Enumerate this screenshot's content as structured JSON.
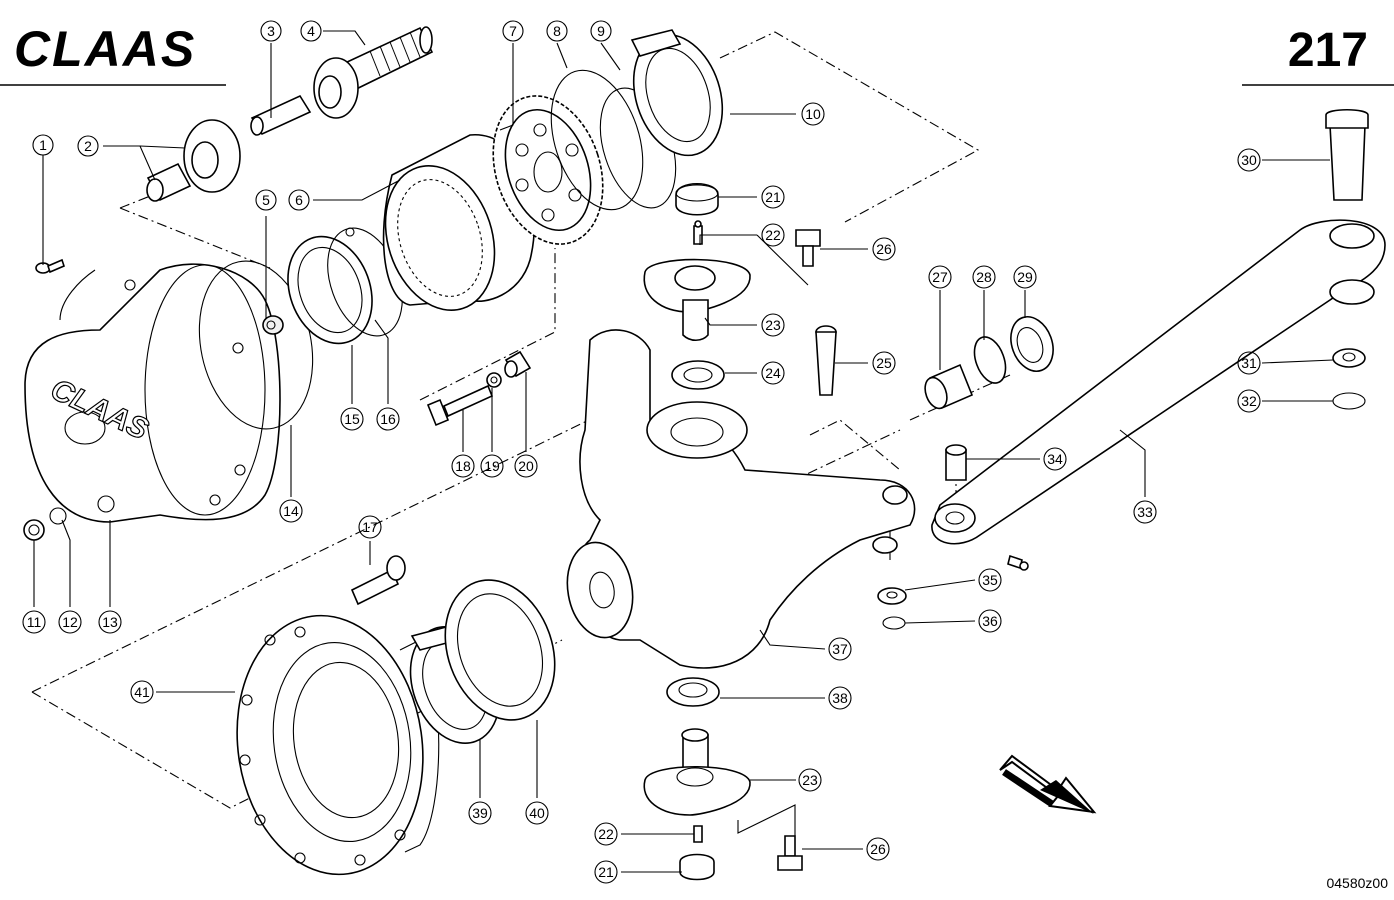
{
  "header": {
    "brand": "CLAAS",
    "page_number": "217"
  },
  "footer": {
    "drawing_ref": "04580z00"
  },
  "callouts": [
    {
      "id": "c1",
      "label": "1"
    },
    {
      "id": "c2",
      "label": "2"
    },
    {
      "id": "c3",
      "label": "3"
    },
    {
      "id": "c4",
      "label": "4"
    },
    {
      "id": "c5",
      "label": "5"
    },
    {
      "id": "c6",
      "label": "6"
    },
    {
      "id": "c7",
      "label": "7"
    },
    {
      "id": "c8",
      "label": "8"
    },
    {
      "id": "c9",
      "label": "9"
    },
    {
      "id": "c10",
      "label": "10"
    },
    {
      "id": "c11",
      "label": "11"
    },
    {
      "id": "c12",
      "label": "12"
    },
    {
      "id": "c13",
      "label": "13"
    },
    {
      "id": "c14",
      "label": "14"
    },
    {
      "id": "c15",
      "label": "15"
    },
    {
      "id": "c16",
      "label": "16"
    },
    {
      "id": "c17",
      "label": "17"
    },
    {
      "id": "c18",
      "label": "18"
    },
    {
      "id": "c19",
      "label": "19"
    },
    {
      "id": "c20",
      "label": "20"
    },
    {
      "id": "c21a",
      "label": "21"
    },
    {
      "id": "c22a",
      "label": "22"
    },
    {
      "id": "c23a",
      "label": "23"
    },
    {
      "id": "c24",
      "label": "24"
    },
    {
      "id": "c25",
      "label": "25"
    },
    {
      "id": "c26a",
      "label": "26"
    },
    {
      "id": "c27",
      "label": "27"
    },
    {
      "id": "c28",
      "label": "28"
    },
    {
      "id": "c29",
      "label": "29"
    },
    {
      "id": "c30",
      "label": "30"
    },
    {
      "id": "c31",
      "label": "31"
    },
    {
      "id": "c32",
      "label": "32"
    },
    {
      "id": "c33",
      "label": "33"
    },
    {
      "id": "c34",
      "label": "34"
    },
    {
      "id": "c35",
      "label": "35"
    },
    {
      "id": "c36",
      "label": "36"
    },
    {
      "id": "c37",
      "label": "37"
    },
    {
      "id": "c38",
      "label": "38"
    },
    {
      "id": "c23b",
      "label": "23"
    },
    {
      "id": "c39",
      "label": "39"
    },
    {
      "id": "c40",
      "label": "40"
    },
    {
      "id": "c41",
      "label": "41"
    },
    {
      "id": "c22b",
      "label": "22"
    },
    {
      "id": "c26b",
      "label": "26"
    },
    {
      "id": "c21b",
      "label": "21"
    }
  ]
}
